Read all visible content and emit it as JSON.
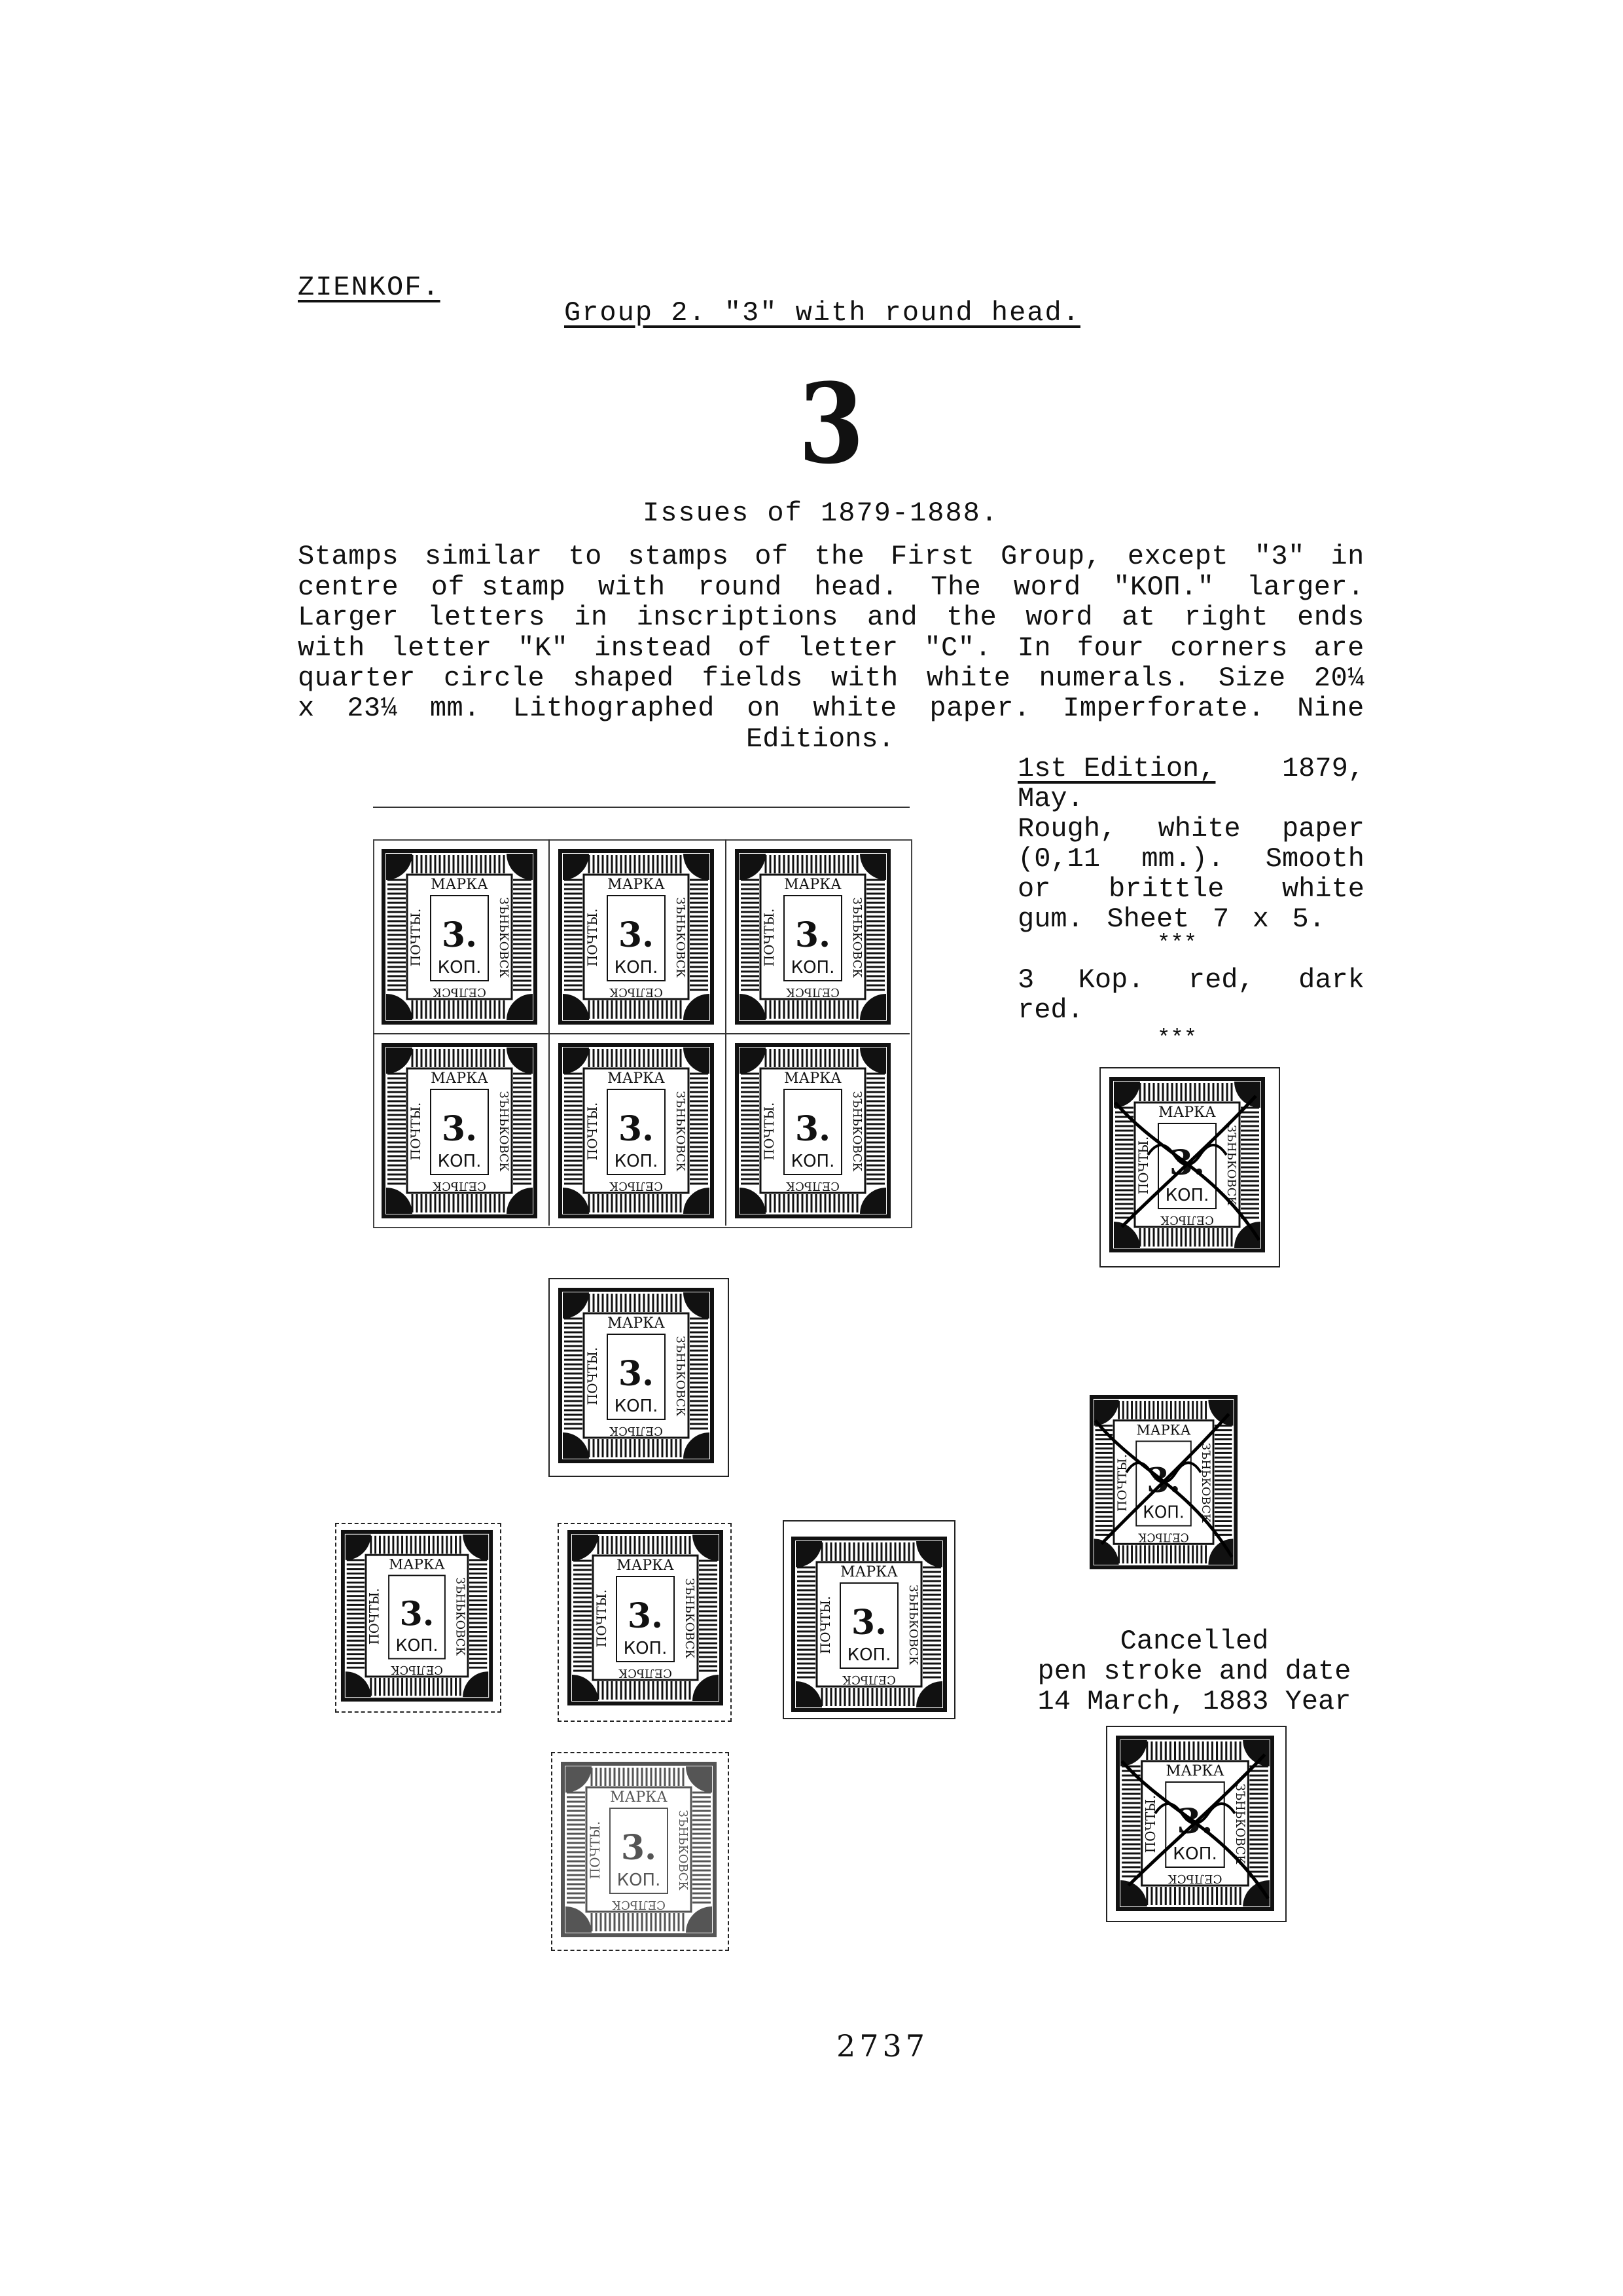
{
  "header": {
    "place": "ZIENKOF.",
    "group_title": "Group 2. \"3\" with round head.",
    "numeral": "3",
    "issues": "Issues of  1879-1888."
  },
  "description": {
    "lines": [
      [
        "Stamps",
        "similar",
        "to",
        "stamps",
        "of",
        "the",
        "First",
        "Group,",
        "except",
        "\"3\"",
        "in"
      ],
      [
        "centre",
        "of stamp",
        "with",
        "round",
        "head.",
        "The",
        "word",
        "\"KOП.\"",
        "larger."
      ],
      [
        "Larger",
        "letters",
        "in",
        "inscriptions",
        "and",
        "the",
        "word",
        "at",
        "right",
        "ends"
      ],
      [
        "with",
        "letter",
        "\"K\"",
        "instead",
        "of",
        "letter",
        "\"C\".",
        "In",
        "four",
        "corners",
        "are"
      ],
      [
        "quarter",
        "circle",
        "shaped",
        "fields",
        "with",
        "white",
        "numerals.",
        "Size",
        "20¼"
      ],
      [
        "x",
        "23¼",
        "mm.",
        "Lithographed",
        "on",
        "white",
        "paper.",
        "Imperforate.",
        "Nine"
      ]
    ],
    "last_line": "Editions."
  },
  "edition": {
    "title": "1st Edition,",
    "year": "1879,",
    "month": "May.",
    "body_lines": [
      [
        "Rough,",
        "white",
        "paper"
      ],
      [
        "(0,11",
        "mm.).",
        "Smooth"
      ],
      [
        "or",
        "brittle",
        "white"
      ],
      [
        "gum.",
        "Sheet",
        "7",
        "x",
        "5."
      ]
    ],
    "stars": "***",
    "color_lines": [
      [
        "3",
        "Kop.",
        "red,",
        "dark"
      ],
      [
        "red."
      ]
    ],
    "stars2": "***"
  },
  "cancel_note": {
    "line1": "Cancelled",
    "line2": "pen stroke and date",
    "line3": "14 March, 1883 Year"
  },
  "stamp_text": {
    "top": "МАРКА",
    "value": "3.",
    "unit": "КОП.",
    "left": "ПОЧТЫ.",
    "right": "ЗЪНЬКОВСК",
    "bottom": "СЕЛЬСК"
  },
  "page_number": "2737"
}
